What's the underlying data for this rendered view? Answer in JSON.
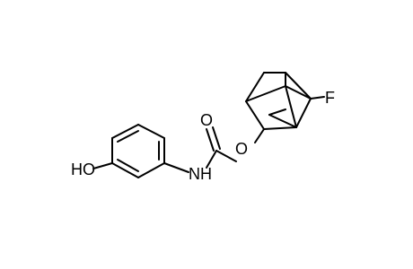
{
  "molecule": {
    "atoms": {
      "hydroxyl": "HO",
      "amine": "NH",
      "carbonyl_oxygen": "O",
      "ester_oxygen": "O",
      "fluorine": "F"
    }
  },
  "colors": {
    "bond": "#000000",
    "label": "#000000",
    "background": "#ffffff"
  }
}
